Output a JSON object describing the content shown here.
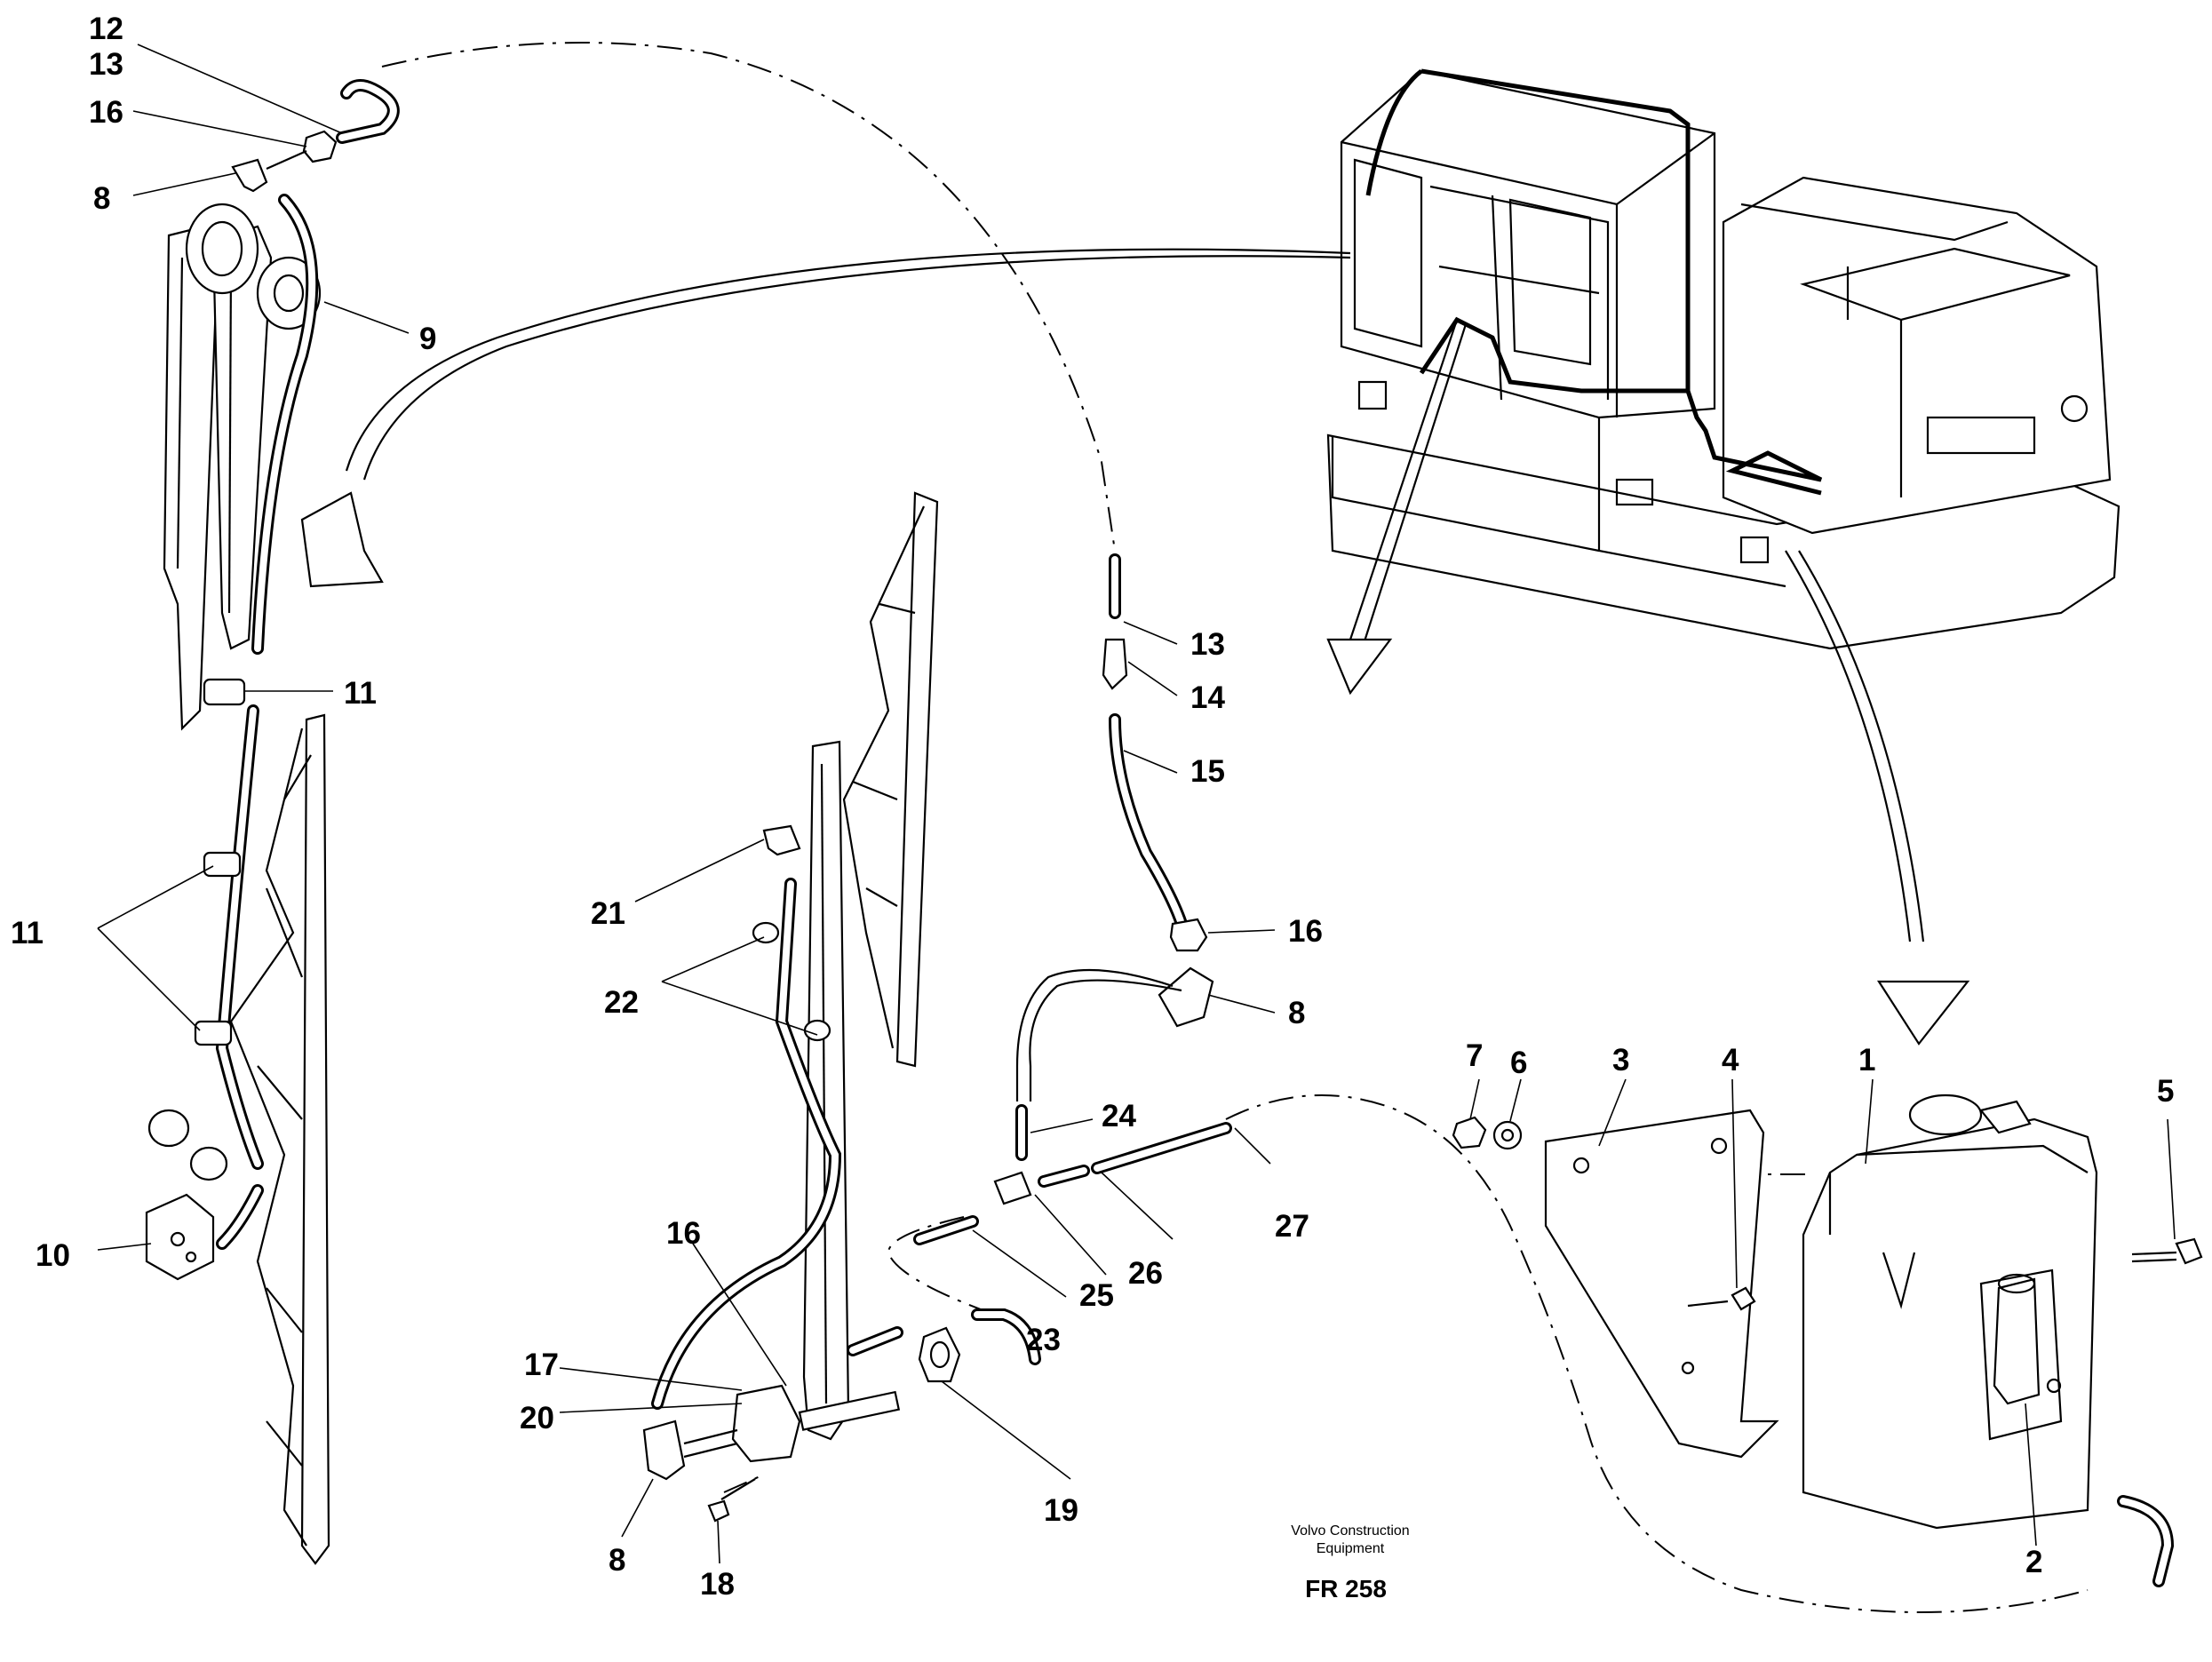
{
  "callouts": {
    "c12_top": "12",
    "c13_top": "13",
    "c16_top": "16",
    "c8_top": "8",
    "c9": "9",
    "c11_mid": "11",
    "c11_left": "11",
    "c10": "10",
    "c13_mid": "13",
    "c14": "14",
    "c15": "15",
    "c16_mid": "16",
    "c8_mid": "8",
    "c21": "21",
    "c22": "22",
    "c24": "24",
    "c27": "27",
    "c26": "26",
    "c25": "25",
    "c23": "23",
    "c16_low": "16",
    "c17": "17",
    "c20": "20",
    "c19": "19",
    "c8_low": "8",
    "c18": "18",
    "c7": "7",
    "c6": "6",
    "c3": "3",
    "c4": "4",
    "c1": "1",
    "c5": "5",
    "c2": "2"
  },
  "credit": {
    "line1": "Volvo Construction",
    "line2": "Equipment",
    "code": "FR 258"
  }
}
